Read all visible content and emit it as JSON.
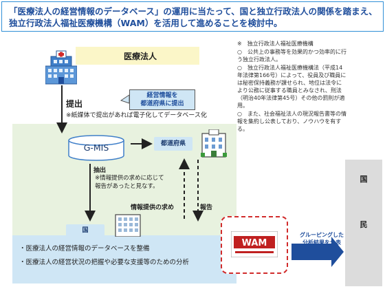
{
  "header": {
    "text": "「医療法人の経営情報のデータベース」の運用に当たって、国と独立行政法人の関係を踏まえ、\n独立行政法人福祉医療機構（WAM）を活用して進めることを検討中。"
  },
  "entities": {
    "hospital": "医療法人",
    "gmis": "G-MIS",
    "prefecture": "都道府県",
    "kuni": "国",
    "kokumin": [
      "国",
      "民"
    ],
    "wam_logo_text": "WAM"
  },
  "flows": {
    "submit": "提出",
    "submit_note": "※紙媒体で提出があれば電子化してデータベース化",
    "callout": "経営情報を\n都道府県に提出",
    "extract": "抽出",
    "extract_note": "※情報提供の求めに応じて\n報告があったと見なす。",
    "request": "情報提供の求め",
    "report": "報告",
    "group_publish": "グルーピングした\n分析結果を公表"
  },
  "bullets": [
    "・医療法人の経営情報のデータベースを整備",
    "・医療法人の経営状況の把握や必要な支援等のための分析"
  ],
  "right_notes": [
    "※　独立行政法人福祉医療機構",
    "○　公共上の事務等を効果的かつ効率的に行う独立行政法人。",
    "○　独立行政法人福祉医療機構法（平成14年法律第166号）によって、役員及び職員には秘密保持義務が課せられ、地位は法令により公務に従事する職員とみなされ、刑法（明治40年法律第45号）その他の罰則が適用。",
    "○　また、社会福祉法人の現況報告書等の情報を集約し公表しており、ノウハウを有する。"
  ],
  "colors": {
    "header_border": "#2f8fd6",
    "header_text": "#1f4e9c",
    "green_area": "#e8f2df",
    "blue_band": "#cfe6f5",
    "wam_border": "#d12b2b",
    "arrow_blue": "#1f4e9c"
  }
}
